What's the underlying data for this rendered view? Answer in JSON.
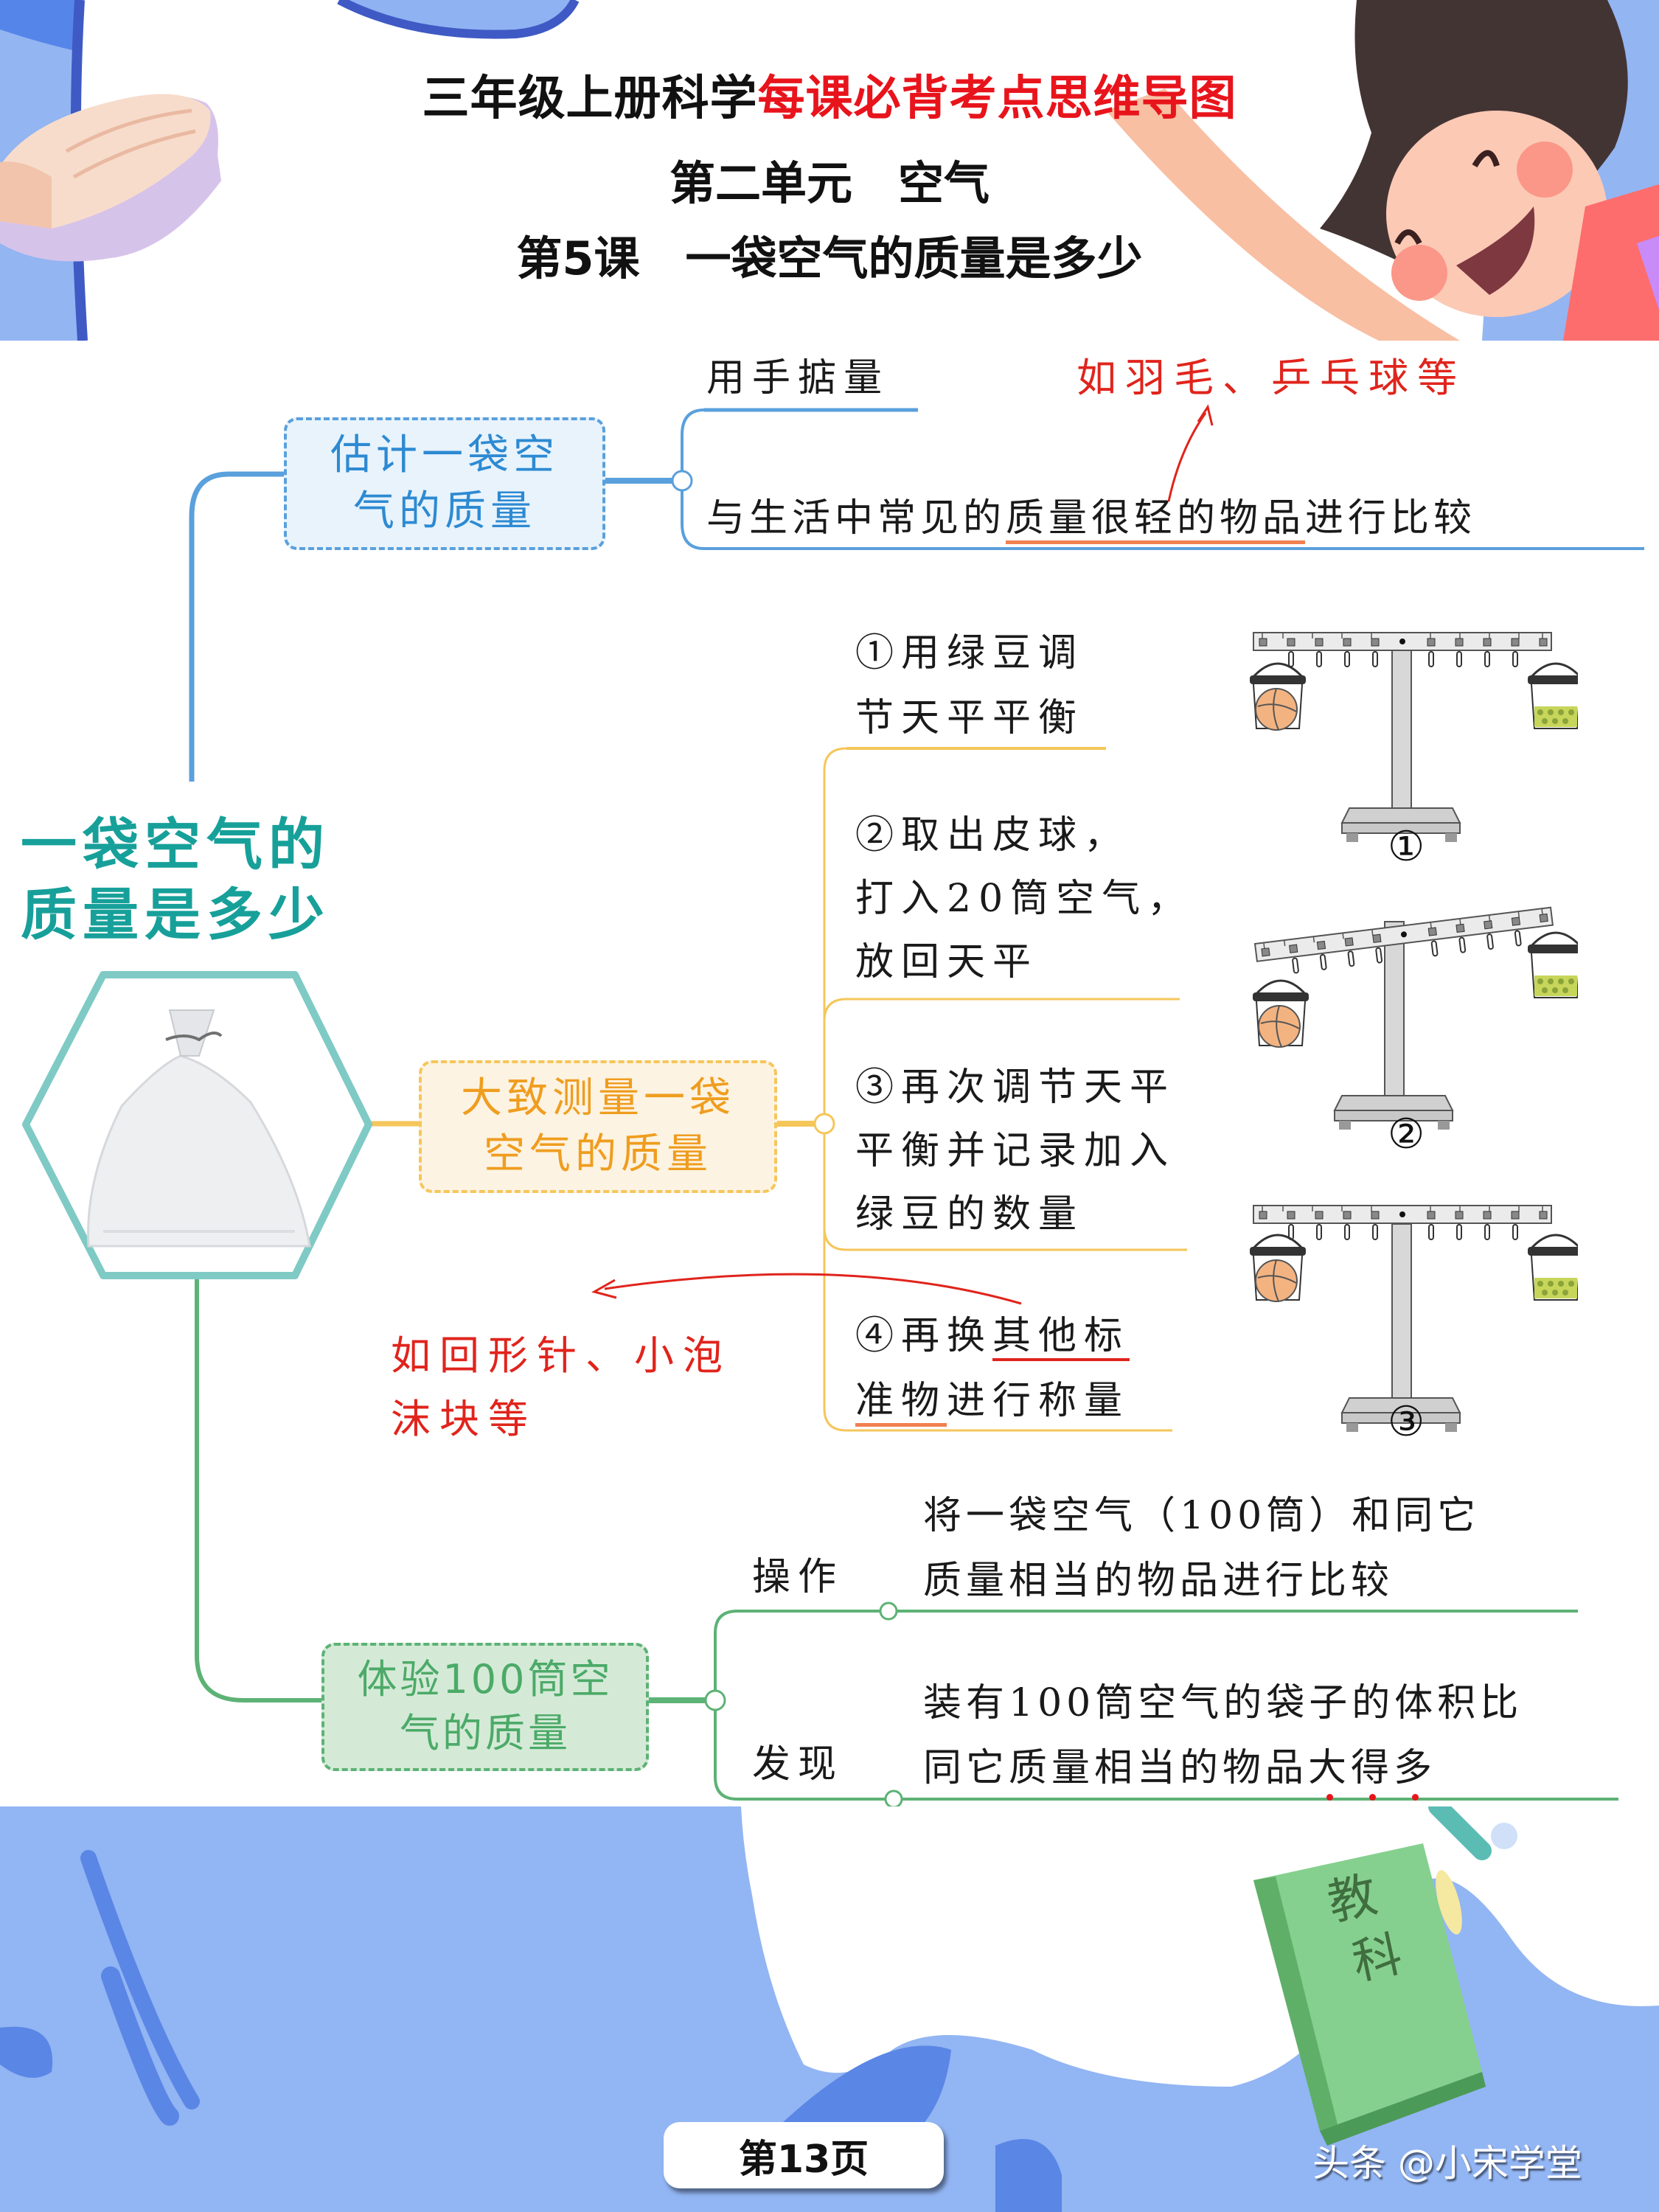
{
  "header": {
    "title_black": "三年级上册科学",
    "title_red": "每课必背考点思维导图",
    "unit": "第二单元　空气",
    "lesson": "第5课　一袋空气的质量是多少"
  },
  "root": {
    "title_line1": "一袋空气的",
    "title_line2": "质量是多少",
    "image": "plastic-bag-photo"
  },
  "branches": [
    {
      "label_line1": "估计一袋空",
      "label_line2": "气的质量",
      "color": "#5aa0dc",
      "leaves": [
        {
          "text": "用手掂量"
        },
        {
          "text_before": "与生活中常见的",
          "text_underlined": "质量很轻的物品",
          "text_after": "进行比较"
        }
      ],
      "note": "如羽毛、乒乓球等"
    },
    {
      "label_line1": "大致测量一袋",
      "label_line2": "空气的质量",
      "color": "#f5c65a",
      "leaves": [
        {
          "line1": "①用绿豆调",
          "line2": "节天平平衡"
        },
        {
          "line1": "②取出皮球，",
          "line2": "打入20筒空气，",
          "line3": "放回天平"
        },
        {
          "line1": "③再次调节天平",
          "line2": "平衡并记录加入",
          "line3": "绿豆的数量"
        },
        {
          "line1_before": "④再换",
          "line1_underlined": "其他标",
          "line2_underlined": "准物",
          "line2_after": "进行称量"
        }
      ],
      "note_line1": "如回形针、小泡",
      "note_line2": "沫块等",
      "figures": [
        {
          "label": "①",
          "state": "balanced"
        },
        {
          "label": "②",
          "state": "left-heavy"
        },
        {
          "label": "③",
          "state": "balanced"
        }
      ]
    },
    {
      "label_line1": "体验100筒空",
      "label_line2": "气的质量",
      "color": "#5db275",
      "leaves": [
        {
          "key": "操作",
          "line1": "将一袋空气（100筒）和同它",
          "line2": "质量相当的物品进行比较"
        },
        {
          "key": "发现",
          "line1": "装有100筒空气的袋子的体积比",
          "line2_before": "同它质量相当的物品",
          "line2_emph": [
            "大",
            "得",
            "多"
          ]
        }
      ]
    }
  ],
  "footer": {
    "page": "第13页",
    "watermark": "头条 @小宋学堂",
    "book_label_1": "教",
    "book_label_2": "科"
  }
}
